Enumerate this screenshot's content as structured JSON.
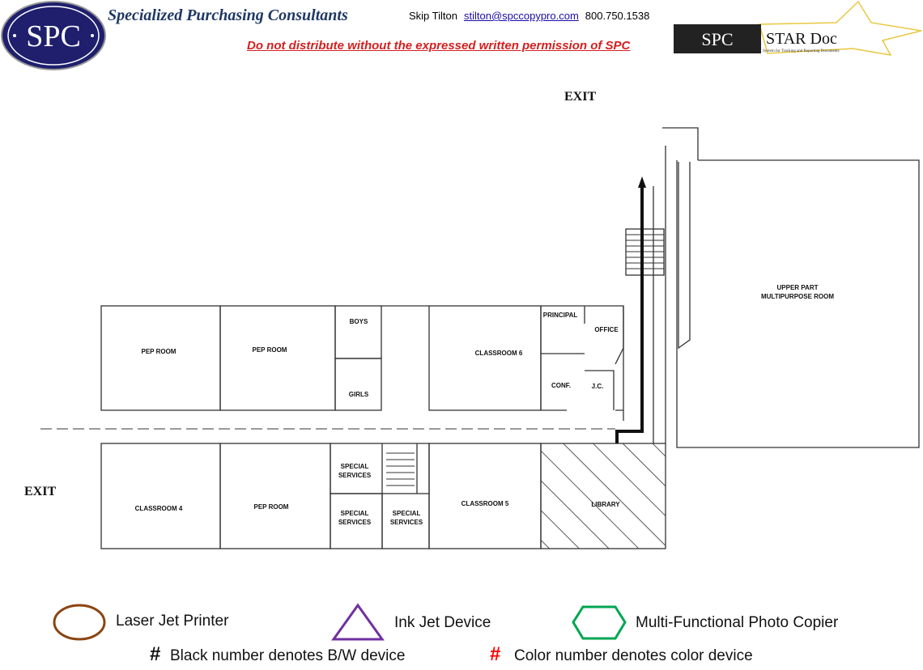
{
  "header": {
    "logo_text": "SPC",
    "company": "Specialized Purchasing Consultants",
    "contact_name": "Skip Tilton",
    "contact_email": "stilton@spccopypro.com",
    "contact_phone": "800.750.1538",
    "warning": "Do not distribute without the expressed written permission of SPC",
    "star_logo_left": "SPC",
    "star_logo_right": "STAR Doc",
    "star_logo_sub": "System for Tracking and Reporting Documents"
  },
  "plan": {
    "exit_top": "EXIT",
    "exit_left": "EXIT",
    "rooms": {
      "pep1": "PEP ROOM",
      "pep2": "PEP ROOM",
      "boys": "BOYS",
      "girls": "GIRLS",
      "classroom6": "CLASSROOM 6",
      "principal": "PRINCIPAL",
      "office": "OFFICE",
      "conf": "CONF.",
      "jc": "J.C.",
      "mp1": "UPPER PART",
      "mp2": "MULTIPURPOSE ROOM",
      "classroom4": "CLASSROOM 4",
      "pep3": "PEP ROOM",
      "ss1a": "SPECIAL",
      "ss1b": "SERVICES",
      "ss2a": "SPECIAL",
      "ss2b": "SERVICES",
      "ss3a": "SPECIAL",
      "ss3b": "SERVICES",
      "classroom5": "CLASSROOM 5",
      "library": "LIBRARY"
    }
  },
  "legend": {
    "laser": "Laser Jet Printer",
    "inkjet": "Ink Jet Device",
    "mfp": "Multi-Functional Photo Copier",
    "hash": "#",
    "bw": "Black number denotes B/W device",
    "color": "Color number denotes color device",
    "colors": {
      "laser": "#8b4513",
      "inkjet": "#7030a0",
      "mfp": "#00a651",
      "color_hash": "#ff0000"
    }
  }
}
